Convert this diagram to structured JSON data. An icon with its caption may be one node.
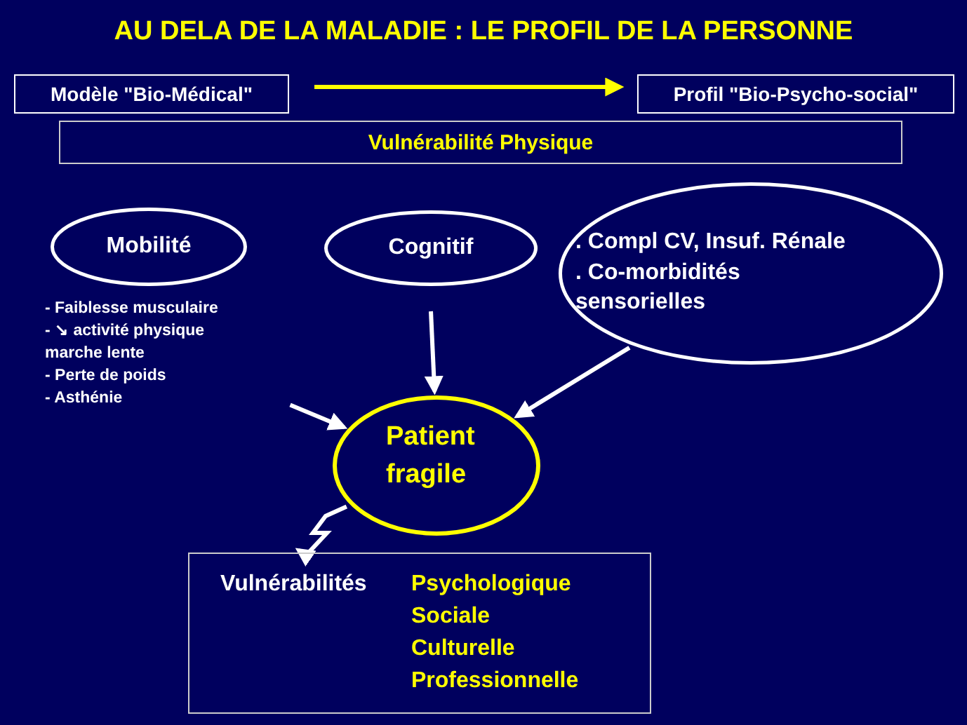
{
  "diagram": {
    "title": "AU DELA DE LA MALADIE : LE PROFIL DE LA PERSONNE",
    "nodes": [
      {
        "text": [
          "Modèle \"Bio-Médical\""
        ]
      },
      {
        "text": [
          "Profil \"Bio-Psycho-social\""
        ]
      },
      {
        "text": [
          "Vulnérabilité Physique"
        ]
      },
      {
        "text": [
          "Mobilité"
        ]
      },
      {
        "text": [
          "- Faiblesse musculaire",
          "- ↘ activité physique marche lente",
          "- Perte de poids",
          "- Asthénie"
        ]
      },
      {
        "text": [
          "Cognitif"
        ]
      },
      {
        "text": [
          ". Compl CV, Insuf. Rénale",
          ". Co-morbidités sensorielles"
        ]
      },
      {
        "text": [
          "Patient fragile"
        ]
      },
      {
        "text": [
          "Vulnérabilités",
          "Psychologique",
          "Sociale",
          "Culturelle",
          "Professionnelle"
        ]
      }
    ],
    "edges": [
      {
        "from": 0,
        "to": 1,
        "arrow": "to",
        "color": "#ffff00"
      },
      {
        "from": 4,
        "to": 7,
        "arrow": "to"
      },
      {
        "from": 5,
        "to": 7,
        "arrow": "to"
      },
      {
        "from": 6,
        "to": 7,
        "arrow": "to"
      },
      {
        "from": 7,
        "to": 8,
        "arrow": "to"
      }
    ]
  }
}
